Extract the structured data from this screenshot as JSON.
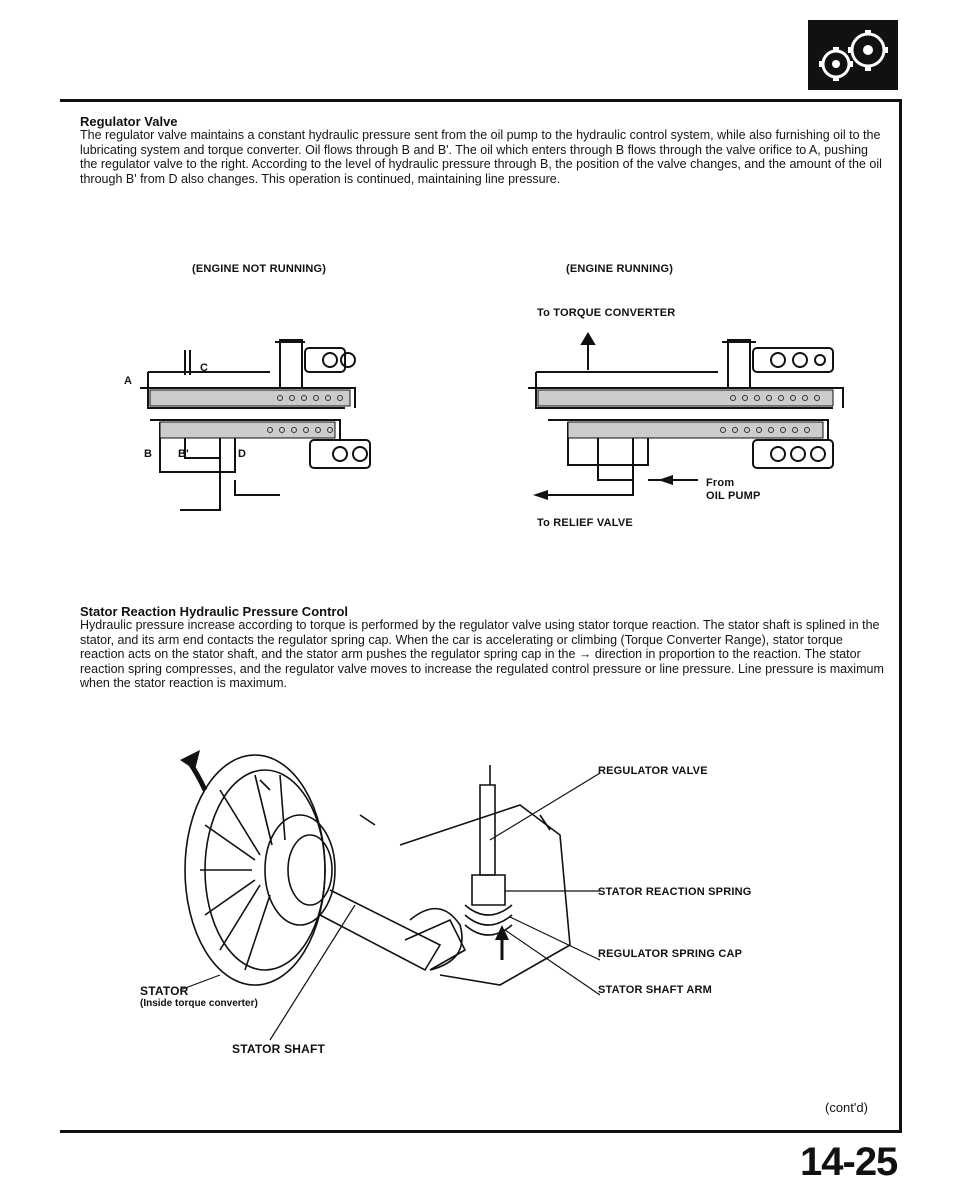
{
  "section1": {
    "heading": "Regulator Valve",
    "paragraph": "The regulator valve maintains a constant hydraulic pressure sent from the oil pump to the hydraulic control system, while also furnishing oil to the lubricating system and torque converter. Oil flows through B and B'. The oil which enters through B flows through the valve orifice to A, pushing the regulator valve to the right. According to the level of hydraulic pressure through B, the position of the valve changes, and the amount of the oil through B' from D also changes. This operation is continued, maintaining line pressure."
  },
  "diagram_left": {
    "title": "(ENGINE NOT RUNNING)",
    "labels": {
      "a": "A",
      "c": "C",
      "b": "B",
      "b_prime": "B'",
      "d": "D"
    }
  },
  "diagram_right": {
    "title": "(ENGINE RUNNING)",
    "to_torque": "To TORQUE CONVERTER",
    "from": "From",
    "oil_pump": "OIL PUMP",
    "to_relief": "To RELIEF VALVE"
  },
  "section2": {
    "heading": "Stator Reaction Hydraulic Pressure Control",
    "paragraph": "Hydraulic pressure increase according to torque is performed by the regulator valve using stator torque reaction. The stator shaft is splined in the stator, and its arm end contacts the regulator spring cap. When the car is accelerating or climbing (Torque Converter Range), stator torque reaction acts on the stator shaft, and the stator arm pushes the regulator spring cap in the → direction in proportion to the reaction. The stator reaction spring compresses, and the regulator valve moves to increase the regulated control pressure or line pressure. Line pressure is maximum when the stator reaction is maximum."
  },
  "illustration": {
    "regulator_valve": "REGULATOR VALVE",
    "stator_reaction_spring": "STATOR REACTION SPRING",
    "regulator_spring_cap": "REGULATOR SPRING CAP",
    "stator_shaft_arm": "STATOR SHAFT ARM",
    "stator": "STATOR",
    "stator_sub": "(Inside torque converter)",
    "stator_shaft": "STATOR SHAFT"
  },
  "footer": {
    "contd": "(cont'd)",
    "page_number": "14-25"
  }
}
